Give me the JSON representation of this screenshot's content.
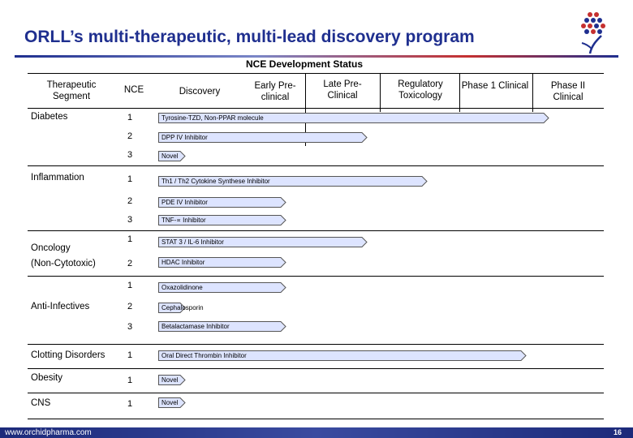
{
  "title": "ORLL’s multi-therapeutic, multi-lead discovery program",
  "subtitle": "NCE Development Status",
  "headers": {
    "segment": "Therapeutic Segment",
    "nce": "NCE",
    "discovery": "Discovery",
    "early": "Early Pre-clinical",
    "late": "Late Pre-Clinical",
    "regtox": "Regulatory Toxicology",
    "phase1": "Phase 1 Clinical",
    "phase2": "Phase II Clinical"
  },
  "segments": {
    "diabetes": "Diabetes",
    "inflammation": "Inflammation",
    "oncology_1": "Oncology",
    "oncology_2": "(Non-Cytotoxic)",
    "antiinf": "Anti-Infectives",
    "clotting": "Clotting Disorders",
    "obesity": "Obesity",
    "cns": "CNS"
  },
  "rows": [
    {
      "nce": "1",
      "label": "Tyrosine-TZD, Non-PPAR molecule",
      "stage_reached": "Phase II Clinical"
    },
    {
      "nce": "2",
      "label": "DPP IV Inhibitor",
      "stage_reached": "Late Pre-Clinical"
    },
    {
      "nce": "3",
      "label": "Novel",
      "stage_reached": "Discovery"
    },
    {
      "nce": "1",
      "label": "Th1 / Th2 Cytokine Synthese Inhibitor",
      "stage_reached": "Regulatory Toxicology"
    },
    {
      "nce": "2",
      "label": "PDE IV Inhibitor",
      "stage_reached": "Early Pre-clinical"
    },
    {
      "nce": "3",
      "label": "TNF-∝ Inhibitor",
      "stage_reached": "Early Pre-clinical"
    },
    {
      "nce": "1",
      "label": "STAT 3 / IL-6 Inhibitor",
      "stage_reached": "Late Pre-Clinical"
    },
    {
      "nce": "2",
      "label": "HDAC Inhibitor",
      "stage_reached": "Early Pre-clinical"
    },
    {
      "nce": "1",
      "label": "Oxazolidinone",
      "stage_reached": "Early Pre-clinical"
    },
    {
      "nce": "2",
      "label": "Cephalosporin",
      "stage_reached": "Discovery"
    },
    {
      "nce": "3",
      "label": "Betalactamase Inhibitor",
      "stage_reached": "Early Pre-clinical"
    },
    {
      "nce": "1",
      "label": "Oral Direct Thrombin Inhibitor",
      "stage_reached": "Phase 1 Clinical"
    },
    {
      "nce": "1",
      "label": "Novel",
      "stage_reached": "Discovery"
    },
    {
      "nce": "1",
      "label": "Novel",
      "stage_reached": "Discovery"
    }
  ],
  "footer": {
    "url": "www.orchidpharma.com",
    "page": "16"
  },
  "colors": {
    "title": "#1f2f8f",
    "bar_fill": "#dde4ff",
    "bar_stroke": "#555555",
    "footer": "#1c2a7a"
  }
}
